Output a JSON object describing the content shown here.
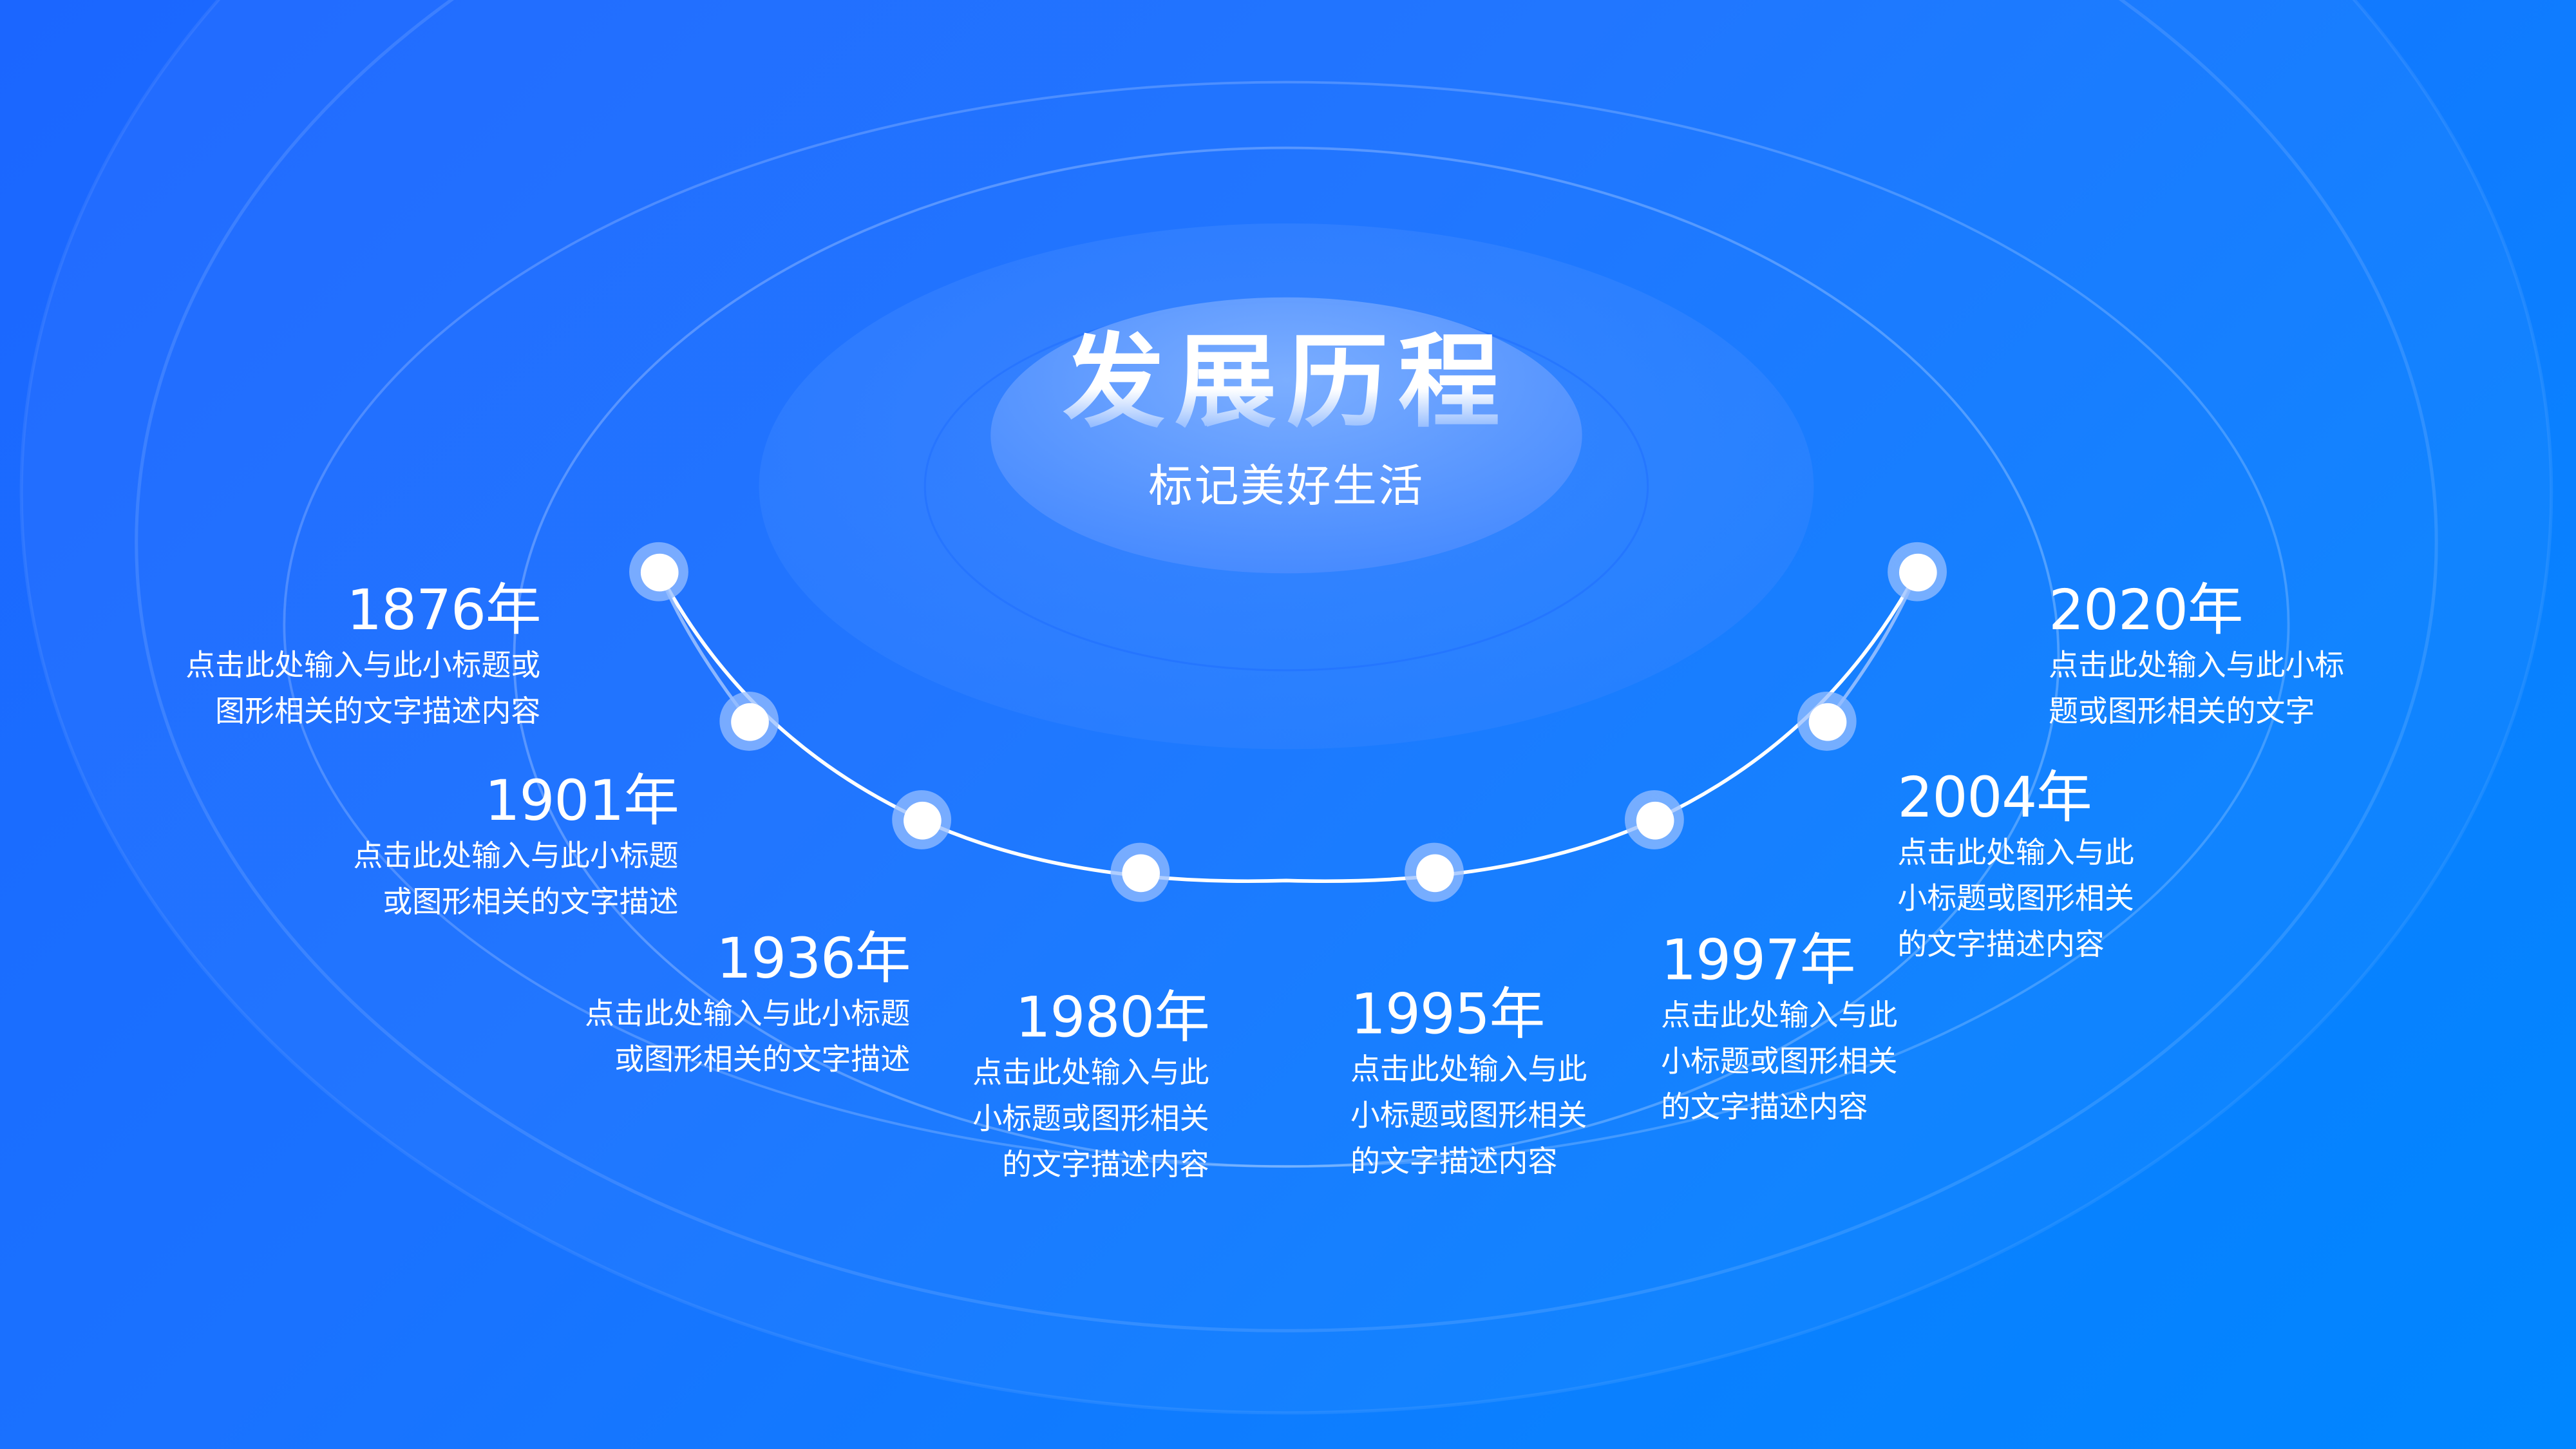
{
  "header": {
    "title": "发展历程",
    "subtitle": "标记美好生活"
  },
  "timeline": {
    "events": [
      {
        "year": "1876年",
        "desc": "点击此处输入与此小标题或\n图形相关的文字描述内容"
      },
      {
        "year": "1901年",
        "desc": "点击此处输入与此小标题\n或图形相关的文字描述"
      },
      {
        "year": "1936年",
        "desc": "点击此处输入与此小标题\n或图形相关的文字描述"
      },
      {
        "year": "1980年",
        "desc": "点击此处输入与此\n小标题或图形相关\n的文字描述内容"
      },
      {
        "year": "1995年",
        "desc": "点击此处输入与此\n小标题或图形相关\n的文字描述内容"
      },
      {
        "year": "1997年",
        "desc": "点击此处输入与此\n小标题或图形相关\n的文字描述内容"
      },
      {
        "year": "2004年",
        "desc": "点击此处输入与此\n小标题或图形相关\n的文字描述内容"
      },
      {
        "year": "2020年",
        "desc": "点击此处输入与此小标\n题或图形相关的文字"
      }
    ]
  },
  "colors": {
    "background_start": "#1b66ff",
    "background_end": "#0086ff",
    "node_ring": "#96beff",
    "node_dot": "#ffffff",
    "text": "#ffffff"
  }
}
